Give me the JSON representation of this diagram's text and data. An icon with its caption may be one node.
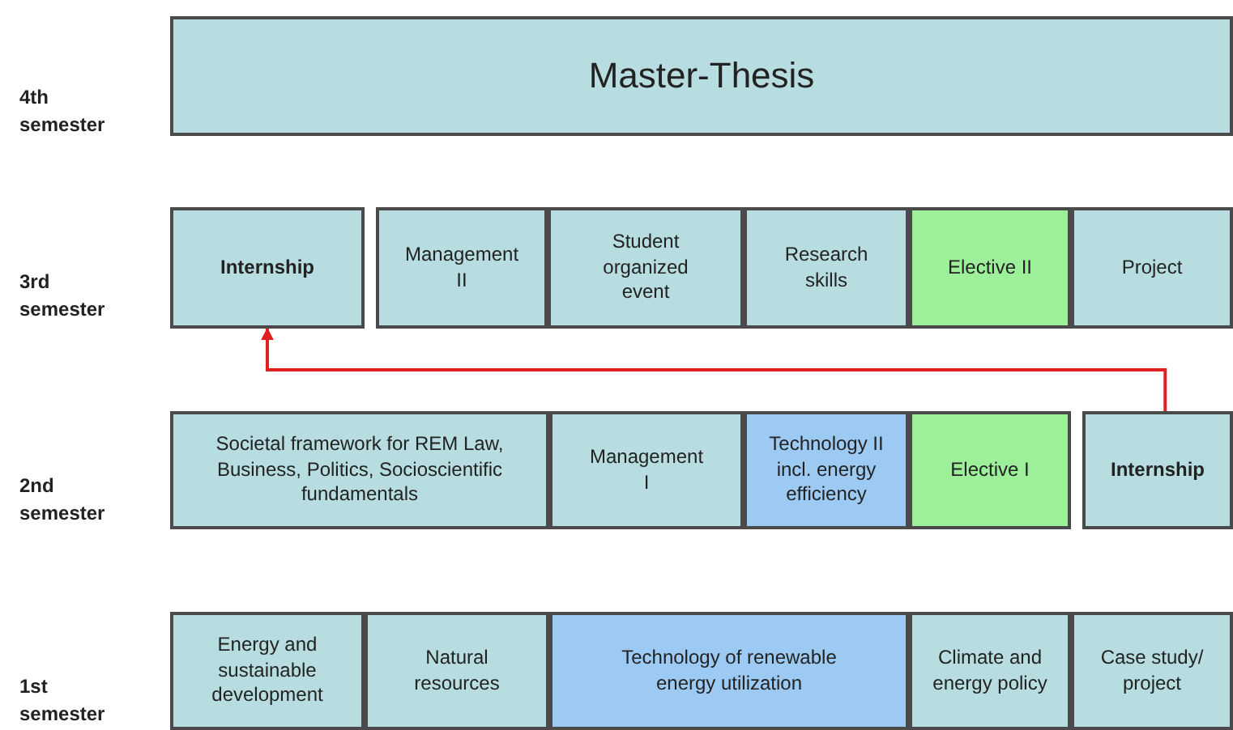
{
  "diagram": {
    "nodes": [
      {
        "text": [
          "Master-Thesis"
        ]
      },
      {
        "text": [
          "Internship"
        ]
      },
      {
        "text": [
          "Management II"
        ]
      },
      {
        "text": [
          "Student organized event"
        ]
      },
      {
        "text": [
          "Research skills"
        ]
      },
      {
        "text": [
          "Elective II"
        ]
      },
      {
        "text": [
          "Project"
        ]
      },
      {
        "text": [
          "Societal framework for REM Law, Business, Politics, Socioscientific fundamentals"
        ]
      },
      {
        "text": [
          "Management I"
        ]
      },
      {
        "text": [
          "Technology II incl. energy efficiency"
        ]
      },
      {
        "text": [
          "Elective I"
        ]
      },
      {
        "text": [
          "Internship"
        ]
      },
      {
        "text": [
          "Energy and sustainable development"
        ]
      },
      {
        "text": [
          "Natural resources"
        ]
      },
      {
        "text": [
          "Technology of renewable energy utilization"
        ]
      },
      {
        "text": [
          "Climate and energy policy"
        ]
      },
      {
        "text": [
          "Case study/ project"
        ]
      }
    ],
    "edges": [
      {
        "from": 11,
        "to": 1,
        "arrow": "to",
        "color": "#e02020"
      }
    ],
    "labels": [
      "4th semester",
      "3rd semester",
      "2nd semester",
      "1st semester"
    ]
  }
}
